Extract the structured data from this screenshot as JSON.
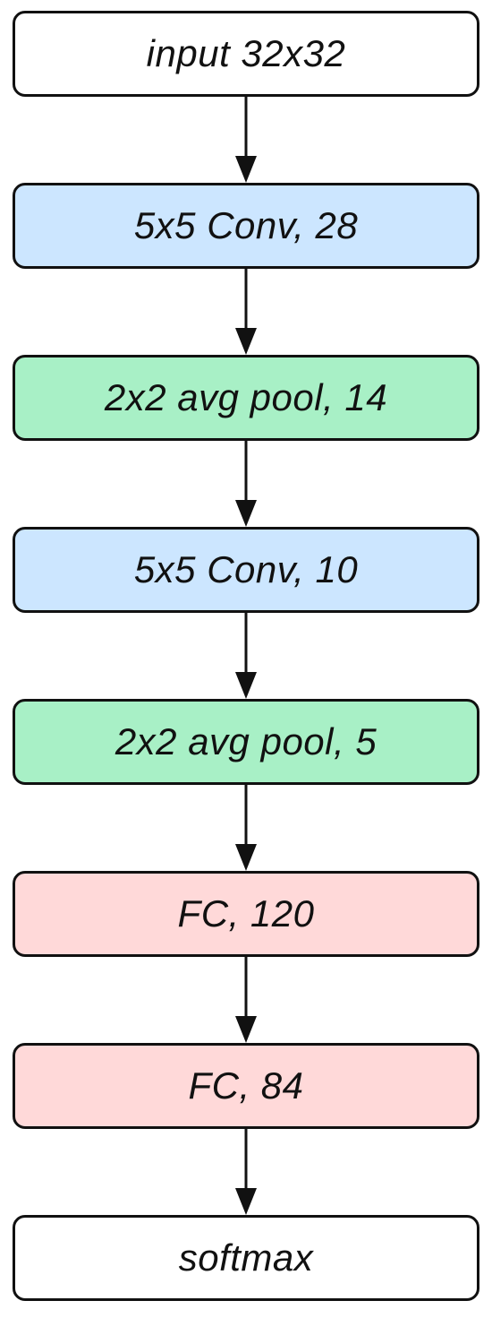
{
  "layers": [
    {
      "label": "input 32x32",
      "kind": "io",
      "color": "#ffffff"
    },
    {
      "label": "5x5 Conv, 28",
      "kind": "conv",
      "color": "#cce6ff"
    },
    {
      "label": "2x2 avg pool, 14",
      "kind": "pool",
      "color": "#a8f0c6"
    },
    {
      "label": "5x5 Conv, 10",
      "kind": "conv",
      "color": "#cce6ff"
    },
    {
      "label": "2x2 avg pool, 5",
      "kind": "pool",
      "color": "#a8f0c6"
    },
    {
      "label": "FC, 120",
      "kind": "fc",
      "color": "#ffd9d9"
    },
    {
      "label": "FC, 84",
      "kind": "fc",
      "color": "#ffd9d9"
    },
    {
      "label": "softmax",
      "kind": "io",
      "color": "#ffffff"
    }
  ],
  "edges": [
    {
      "from": 0,
      "to": 1
    },
    {
      "from": 1,
      "to": 2
    },
    {
      "from": 2,
      "to": 3
    },
    {
      "from": 3,
      "to": 4
    },
    {
      "from": 4,
      "to": 5
    },
    {
      "from": 5,
      "to": 6
    },
    {
      "from": 6,
      "to": 7
    }
  ]
}
